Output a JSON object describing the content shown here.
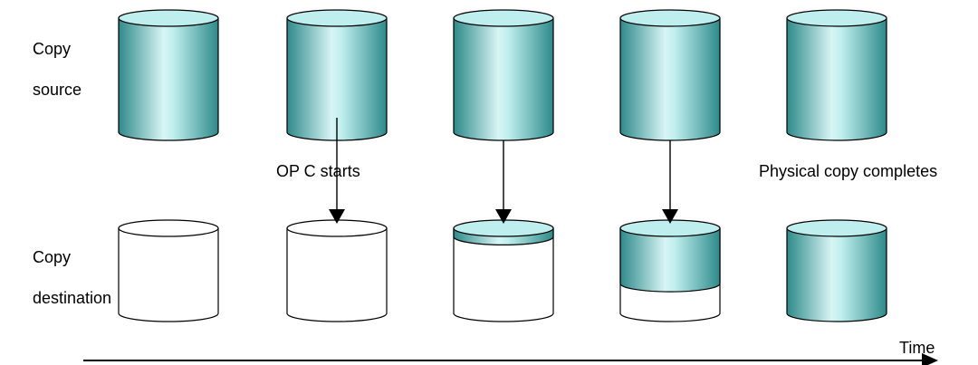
{
  "labels": {
    "source_line1": "Copy",
    "source_line2": "source",
    "dest_line1": "Copy",
    "dest_line2": "destination",
    "opc_starts": "OP C starts",
    "physical_complete": "Physical copy completes",
    "time": "Time"
  },
  "stages": [
    {
      "stage": 1,
      "arrow": false,
      "dest_fill": 0
    },
    {
      "stage": 2,
      "arrow": true,
      "dest_fill": 0
    },
    {
      "stage": 3,
      "arrow": true,
      "dest_fill": 0.1
    },
    {
      "stage": 4,
      "arrow": true,
      "dest_fill": 0.65
    },
    {
      "stage": 5,
      "arrow": false,
      "dest_fill": 1
    }
  ],
  "colors": {
    "cyl_dark": "#2e8a8a",
    "cyl_mid": "#6fc3c3",
    "cyl_light": "#d8f5f5",
    "top_fill": "#bfeeee",
    "outline": "#000000",
    "empty_fill": "#ffffff"
  }
}
